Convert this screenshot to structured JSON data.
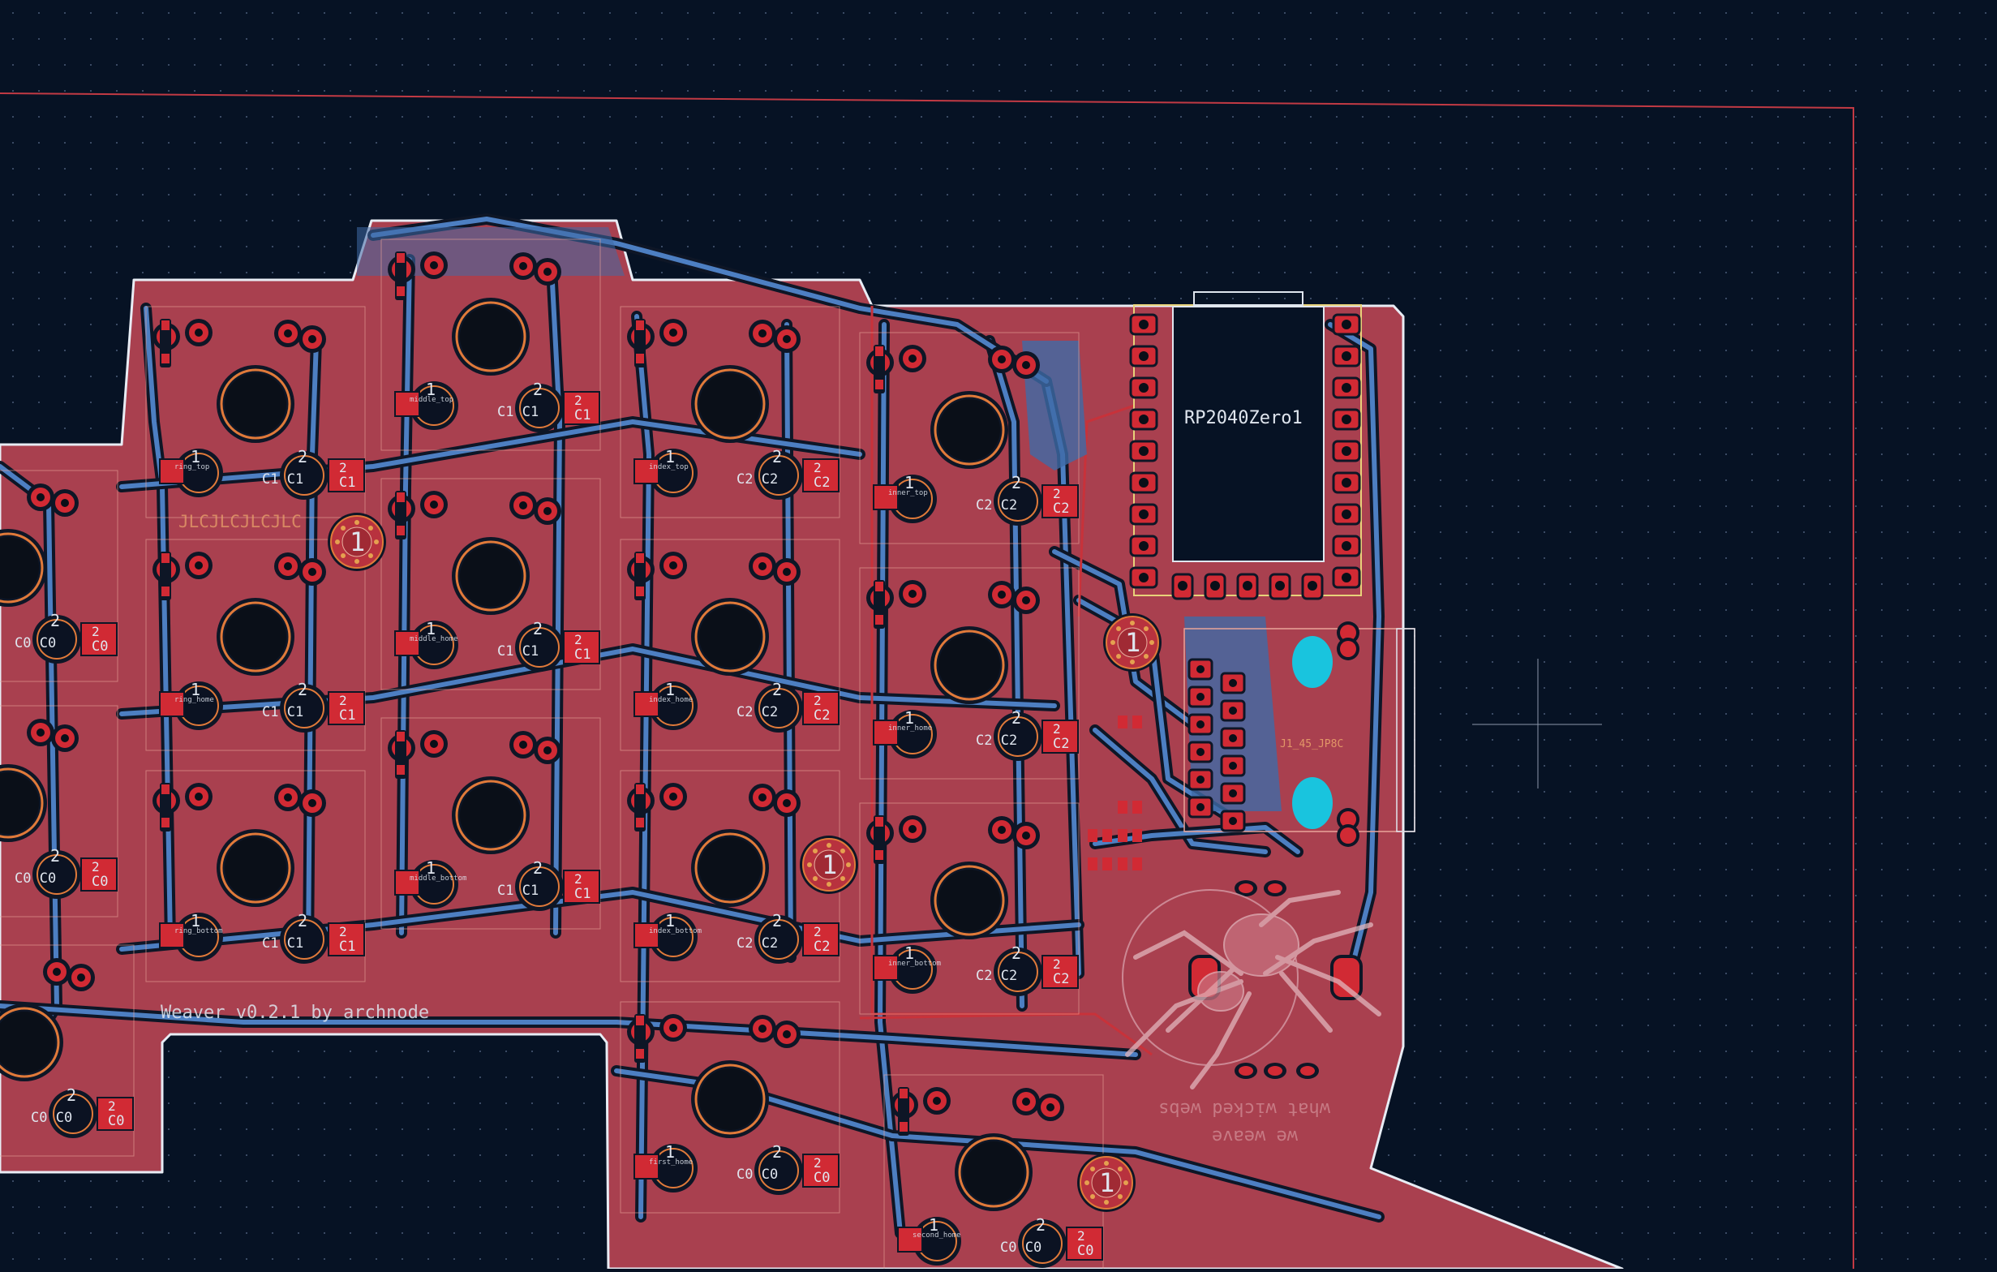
{
  "app": {
    "view": "PCB Editor canvas"
  },
  "colors": {
    "background": "#061224",
    "grid_dot": "#3a4a64",
    "board_fill": "#a9404f",
    "board_outline": "#e8ecf4",
    "sheet_border": "#c23a44",
    "copper_back": "#4d7fc2",
    "copper_front": "#c8323a",
    "clearance": "#0e1626",
    "pad_red": "#d12a34",
    "pad_hole": "#0a0f18",
    "courtyard": "#e9a49a",
    "silk_white": "#dfe5ee",
    "silk_yellow": "#e8d27a",
    "mcu_body": "#061224",
    "teal_pad": "#19c4de",
    "cursor": "#8c96aa"
  },
  "mcu": {
    "label": "RP2040Zero1"
  },
  "board_text": {
    "credit": "Weaver v0.2.1 by archnode",
    "jlc": "JLCJLCJLCJLC",
    "j1_label": "J1_45_JP8C",
    "back_text_1": "what wicked webs",
    "back_text_2": "we weave"
  },
  "marker_label": "1",
  "column_tags": [
    "C0",
    "C1",
    "C2"
  ],
  "key_labels": {
    "ring_top": "ring_top",
    "ring_home": "ring_home",
    "ring_bottom": "ring_bottom",
    "middle_top": "middle_top",
    "middle_home": "middle_home",
    "middle_bottom": "middle_bottom",
    "index_top": "index_top",
    "index_home": "index_home",
    "index_bottom": "index_bottom",
    "inner_top": "inner_top",
    "inner_home": "inner_home",
    "inner_bottom": "inner_bottom",
    "first_home": "first_home",
    "second_home": "second_home"
  }
}
